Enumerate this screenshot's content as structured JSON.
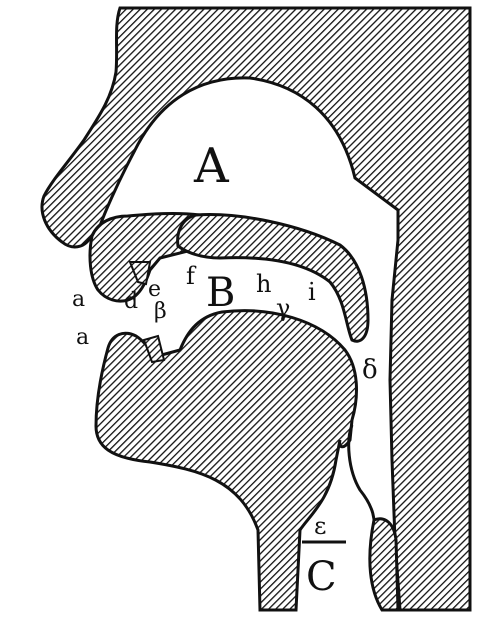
{
  "labels": {
    "A": "A",
    "B": "B",
    "C": "C",
    "a_upper": "a",
    "a_lower": "a",
    "d": "d",
    "e": "e",
    "f": "f",
    "h": "h",
    "i": "i",
    "beta": "β",
    "gamma": "γ",
    "delta": "δ",
    "epsilon": "ε"
  },
  "colors": {
    "ink": "#111111",
    "paper": "#ffffff"
  }
}
